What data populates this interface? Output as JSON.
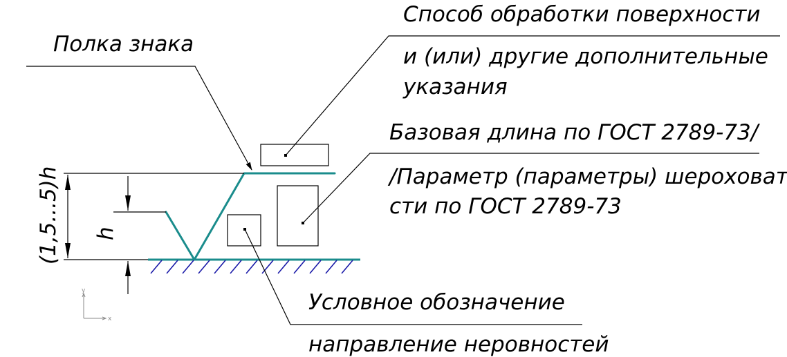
{
  "labels": {
    "shelf": "Полка знака",
    "method_line1": "Способ обработки поверхности",
    "method_line2": "и (или) другие дополнительные",
    "method_line3": "указания",
    "base_line1": "Базовая длина по ГОСТ 2789-73/",
    "param_line1": "/Параметр (параметры) шероховато-",
    "param_line2": "сти по ГОСТ 2789-73",
    "symbol_line1": "Условное обозначение",
    "symbol_line2": "направление неровностей"
  },
  "dimensions": {
    "total_height": "(1,5...5)h",
    "h": "h"
  },
  "axes": {
    "x": "x",
    "y": "y"
  },
  "colors": {
    "sign": "#1a8c8c",
    "hatch": "#1a1aa8",
    "lines": "#000000"
  }
}
